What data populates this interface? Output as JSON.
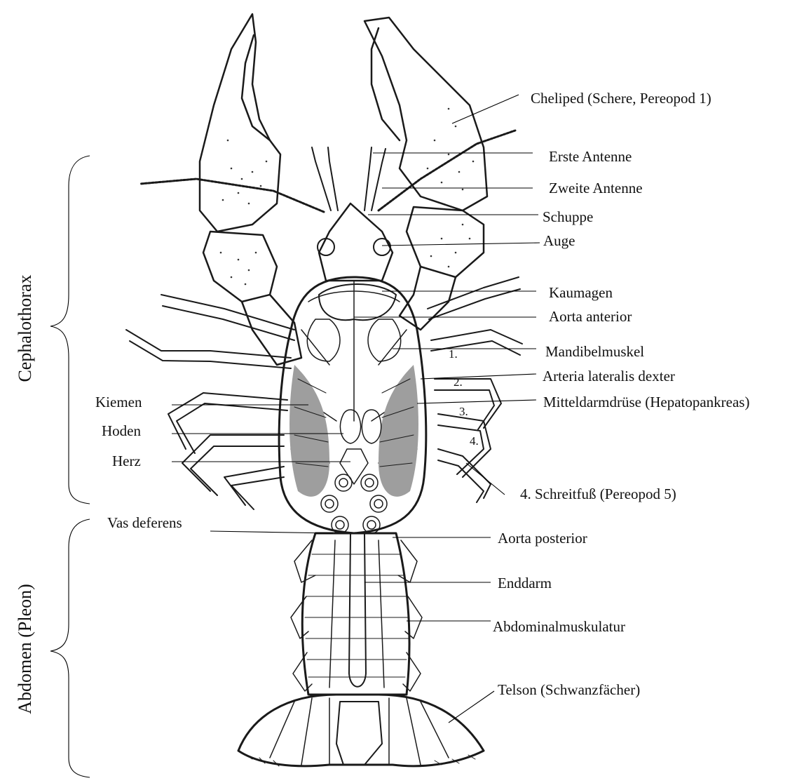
{
  "labels": {
    "cheliped": "Cheliped (Schere, Pereopod 1)",
    "erste_antenne": "Erste Antenne",
    "zweite_antenne": "Zweite Antenne",
    "schuppe": "Schuppe",
    "auge": "Auge",
    "kaumagen": "Kaumagen",
    "aorta_anterior": "Aorta anterior",
    "mandibelmuskel": "Mandibelmuskel",
    "arteria_lateralis": "Arteria lateralis dexter",
    "mitteldarmdruese": "Mitteldarmdrüse (Hepatopankreas)",
    "kiemen": "Kiemen",
    "hoden": "Hoden",
    "herz": "Herz",
    "schreitfuss": "4. Schreitfuß (Pereopod 5)",
    "vas_deferens": "Vas deferens",
    "aorta_posterior": "Aorta posterior",
    "enddarm": "Enddarm",
    "abdominalmuskulatur": "Abdominalmuskulatur",
    "telson": "Telson (Schwanzfächer)"
  },
  "leg_numbers": [
    "1.",
    "2.",
    "3.",
    "4."
  ],
  "regions": {
    "cephalothorax": "Cephalothorax",
    "abdomen": "Abdomen (Pleon)"
  }
}
